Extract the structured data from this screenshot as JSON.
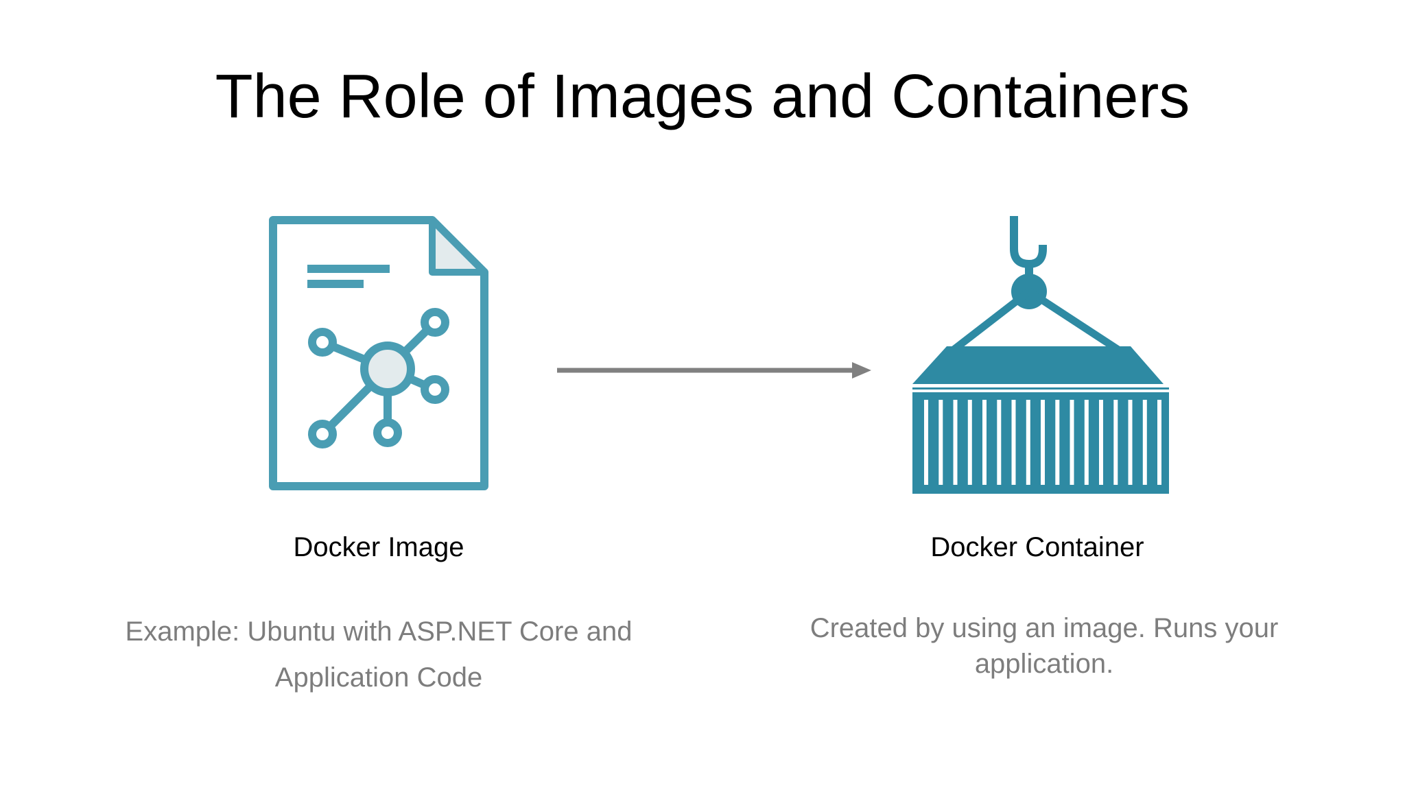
{
  "slide": {
    "title": "The Role of Images and Containers"
  },
  "left": {
    "icon": "docker-image-document-icon",
    "label": "Docker Image",
    "description": "Example: Ubuntu with ASP.NET Core and Application Code"
  },
  "right": {
    "icon": "shipping-container-icon",
    "label": "Docker Container",
    "description": "Created by using an image. Runs your application."
  },
  "connector": {
    "icon": "arrow-right-icon"
  },
  "colors": {
    "accent": "#2e8aa3",
    "accent_light": "#4a9db3",
    "fill_light": "#e3ebed",
    "arrow": "#808080",
    "description_text": "#7d7d7d"
  }
}
